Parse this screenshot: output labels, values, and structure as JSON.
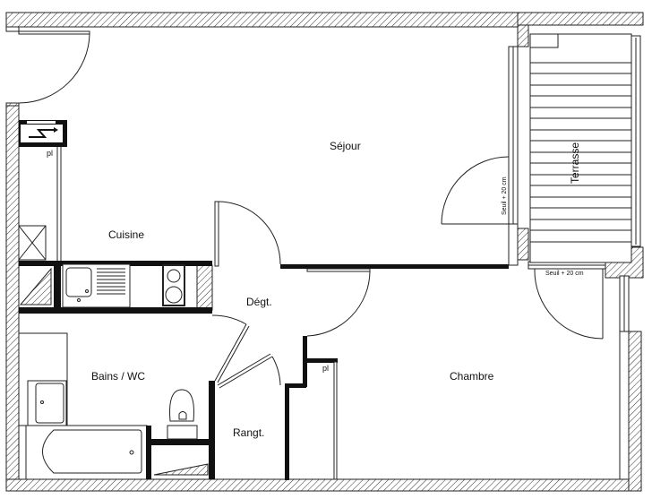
{
  "rooms": {
    "sejour": "Séjour",
    "terrasse": "Terrasse",
    "cuisine": "Cuisine",
    "degagement": "Dégt.",
    "bains": "Bains / WC",
    "rangement": "Rangt.",
    "chambre": "Chambre"
  },
  "annotations": {
    "placard_kitchen": "pl",
    "placard_chambre": "pl",
    "seuil_sejour": "Seuil + 20 cm",
    "seuil_chambre": "Seuil + 20 cm"
  },
  "colors": {
    "wall": "#111111",
    "hatch": "#333333",
    "background": "#ffffff"
  }
}
